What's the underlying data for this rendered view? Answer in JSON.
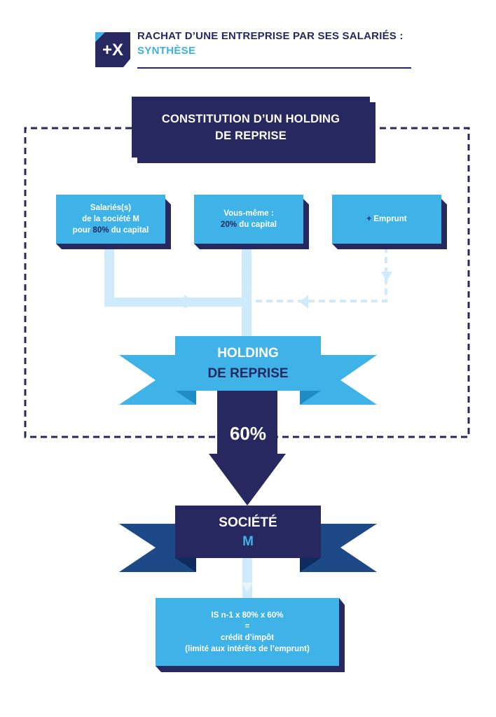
{
  "header": {
    "title": "RACHAT D’UNE ENTREPRISE PAR SES SALARIÉS :",
    "subtitle": "SYNTHÈSE",
    "logo_text": "+X"
  },
  "top_box": {
    "line1": "CONSTITUTION D’UN HOLDING",
    "line2": "DE REPRISE"
  },
  "box_employees": {
    "line1": "Salariés(s)",
    "line2": "de la société M",
    "line3_pre": "pour ",
    "line3_pct": "80%",
    "line3_post": " du capital"
  },
  "box_self": {
    "line1": "Vous-même :",
    "pct": "20%",
    "post": " du capital"
  },
  "box_loan": {
    "plus": "+",
    "label": " Emprunt"
  },
  "holding": {
    "line1": "HOLDING",
    "line2": "DE REPRISE"
  },
  "arrow_pct": "60%",
  "societe": {
    "line1": "SOCIÉTÉ",
    "line2": "M"
  },
  "result": {
    "line1": "IS n-1 x 80% x 60%",
    "line2": "=",
    "line3": "crédit d’impôt",
    "line4": "(limité aux intérêts de l’emprunt)"
  },
  "colors": {
    "navy": "#27285f",
    "blue": "#3fb3e8",
    "light_blue": "#cfeafa",
    "ribbon_blue": "#2a9fd8",
    "ribbon_navy": "#1d4a86"
  }
}
